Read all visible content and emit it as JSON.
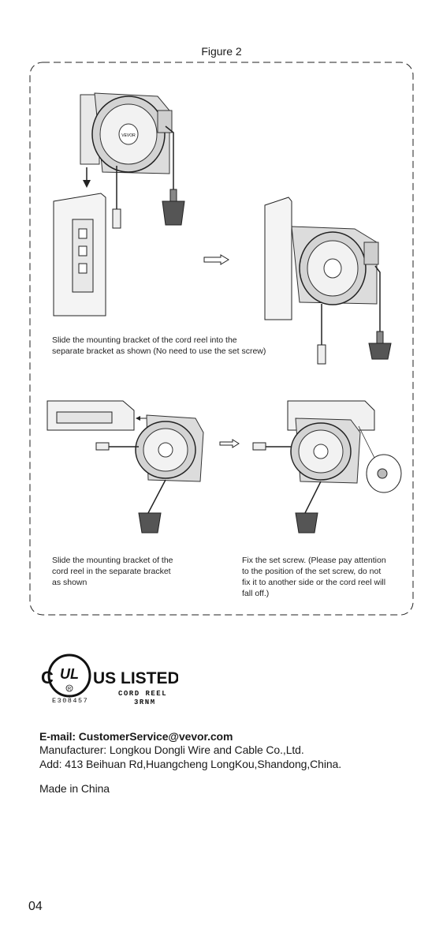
{
  "figure": {
    "title": "Figure 2",
    "step1_caption": "Slide the mounting bracket of the cord reel into the separate bracket as shown (No need to use the set screw)",
    "step1_lines": [
      "Slide the mounting bracket of the cord reel into the",
      "separate bracket as shown (No need to use the set screw)"
    ],
    "step2_lines": [
      "Slide the mounting bracket of the",
      "cord reel in the separate bracket",
      "as shown"
    ],
    "step3_lines": [
      "Fix the set screw. (Please pay attention",
      "to the position of the set screw, do not",
      "fix it to another side or the cord reel will",
      "fall off.)"
    ],
    "reel_brand": "VEVOR"
  },
  "certification": {
    "mark": "UL",
    "c_letter": "C",
    "us_listed": "US LISTED",
    "registered": "R",
    "file_number": "E308457",
    "product": "CORD REEL",
    "code": "3RNM"
  },
  "contact": {
    "email": "E-mail: CustomerService@vevor.com",
    "manufacturer": "Manufacturer: Longkou Dongli Wire and Cable Co.,Ltd.",
    "address": "Add: 413 Beihuan Rd,Huangcheng LongKou,Shandong,China.",
    "made_in": "Made in China"
  },
  "page_number": "04"
}
